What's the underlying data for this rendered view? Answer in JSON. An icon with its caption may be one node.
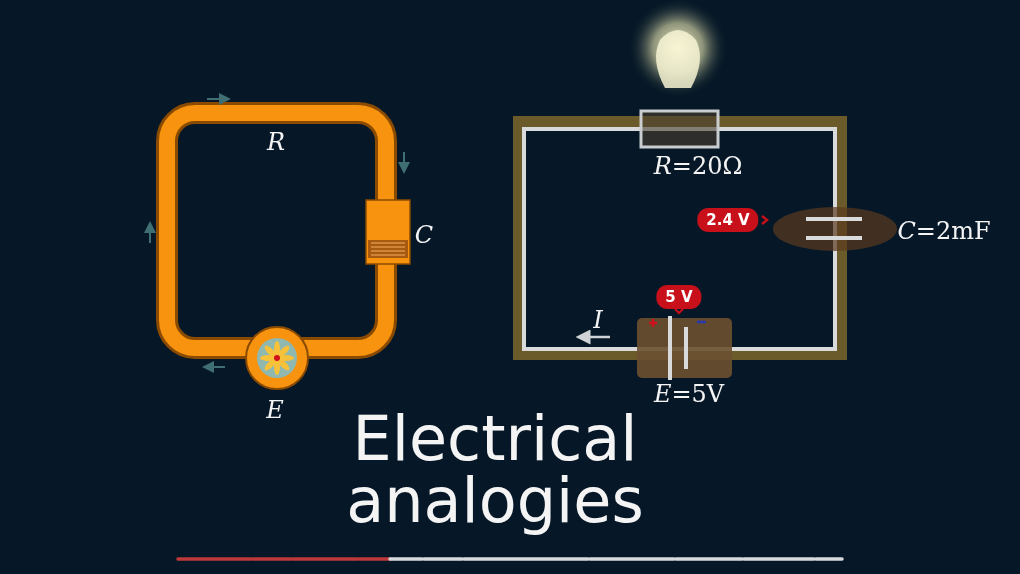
{
  "diagram": {
    "title": "Electrical analogies",
    "labels": [
      "R",
      "*R*=20Ω",
      "2.4 V",
      "C",
      "*C*=2mF",
      "5 V",
      "I",
      "*E*=5V",
      "E"
    ]
  }
}
